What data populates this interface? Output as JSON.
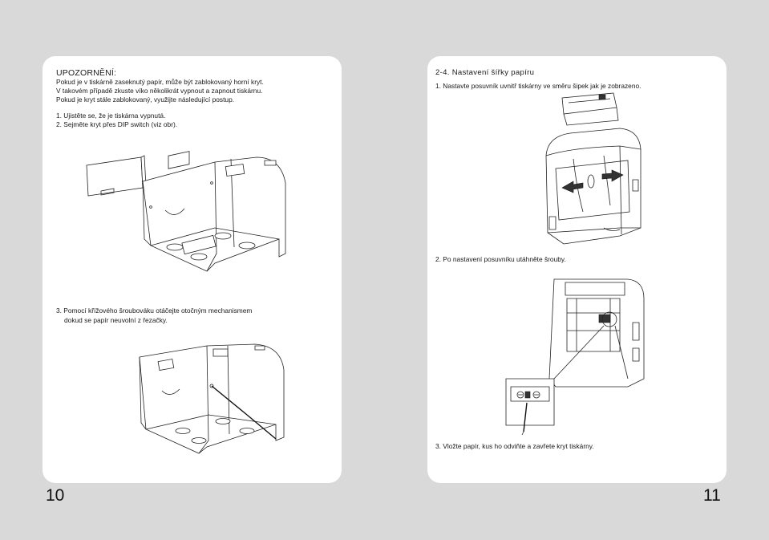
{
  "left_page": {
    "warning_title": "UPOZORNĚNÍ:",
    "warning_lines": [
      "Pokud je v tiskárně zaseknutý papír, může být zablokovaný horní kryt.",
      "V takovém případě zkuste víko několikrát vypnout a zapnout tiskárnu.",
      "Pokud je kryt stále zablokovaný, využijte následující postup."
    ],
    "steps_1_2": [
      "1. Ujistěte se, že je tiskárna vypnutá.",
      "2. Sejměte kryt přes DIP switch (viz obr)."
    ],
    "step_3": [
      "3. Pomocí křížového šroubováku otáčejte otočným mechanismem",
      "dokud se papír neuvolní z řezačky."
    ],
    "page_number": "10"
  },
  "right_page": {
    "section_title": "2-4. Nastavení šířky papíru",
    "step_1": "1. Nastavte posuvník uvnitř tiskárny ve směru šipek jak je zobrazeno.",
    "step_2": "2. Po nastavení posuvníku utáhněte šrouby.",
    "step_3": "3. Vložte papír, kus ho odviňte a zavřete kryt tiskárny.",
    "page_number": "11"
  }
}
